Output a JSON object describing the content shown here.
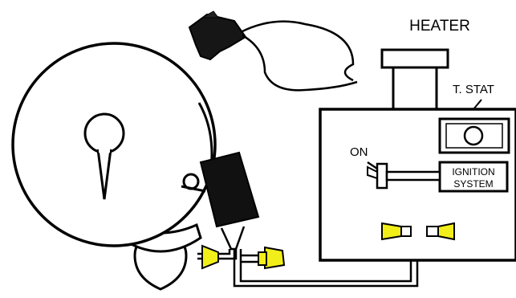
{
  "labels": {
    "heater": "HEATER",
    "thermostat": "T. STAT",
    "on": "ON",
    "ignition_line1": "IGNITION",
    "ignition_line2": "SYSTEM"
  },
  "colors": {
    "line": "#000000",
    "fill": "#ffffff",
    "wire_nut": "#f2ee1a",
    "switch_body": "#111111"
  },
  "icons": [
    "tank",
    "gas-valve",
    "pressure-switch",
    "wire-nut",
    "thermostat-knob",
    "on-switch"
  ]
}
